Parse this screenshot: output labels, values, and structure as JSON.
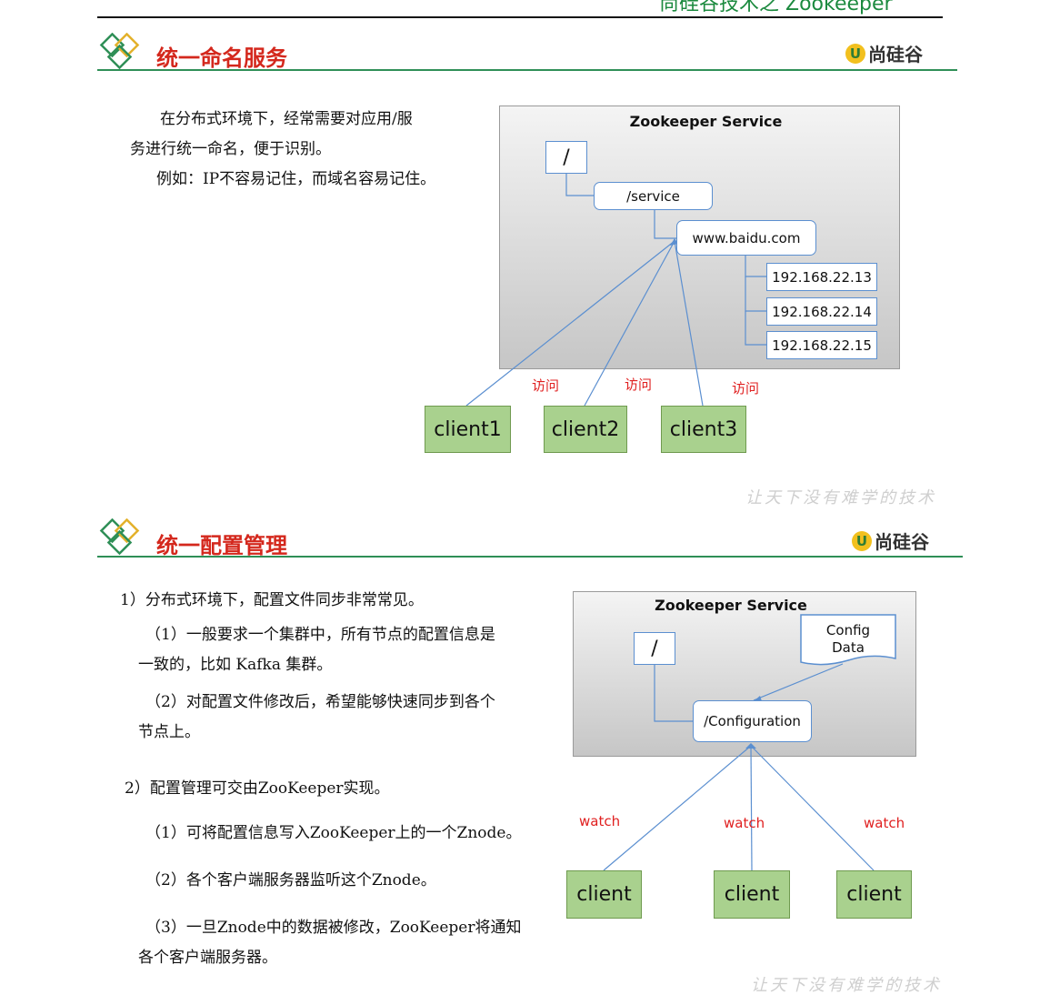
{
  "header": {
    "doc_title": "尚硅谷技术之 Zookeeper"
  },
  "brand": {
    "mark": "U",
    "name": "尚硅谷"
  },
  "section1": {
    "title": "统一命名服务",
    "paragraphs": [
      "在分布式环境下，经常需要对应用/服",
      "务进行统一命名，便于识别。",
      "例如：IP不容易记住，而域名容易记住。"
    ],
    "diagram": {
      "panel_title": "Zookeeper Service",
      "root": "/",
      "service": "/service",
      "domain": "www.baidu.com",
      "ips": [
        "192.168.22.13",
        "192.168.22.14",
        "192.168.22.15"
      ],
      "access_labels": [
        "访问",
        "访问",
        "访问"
      ],
      "clients": [
        "client1",
        "client2",
        "client3"
      ]
    }
  },
  "section2": {
    "title": "统一配置管理",
    "paragraphs": [
      "1）分布式环境下，配置文件同步非常常见。",
      "（1）一般要求一个集群中，所有节点的配置信息是",
      "一致的，比如 Kafka 集群。",
      "（2）对配置文件修改后，希望能够快速同步到各个",
      "节点上。",
      "2）配置管理可交由ZooKeeper实现。",
      "（1）可将配置信息写入ZooKeeper上的一个Znode。",
      "（2）各个客户端服务器监听这个Znode。",
      "（3）一旦Znode中的数据被修改，ZooKeeper将通知",
      "各个客户端服务器。"
    ],
    "diagram": {
      "panel_title": "Zookeeper Service",
      "root": "/",
      "config_doc": [
        "Config",
        "Data"
      ],
      "config_node": "/Configuration",
      "watch_labels": [
        "watch",
        "watch",
        "watch"
      ],
      "clients": [
        "client",
        "client",
        "client"
      ]
    }
  },
  "slogan": "让天下没有难学的技术",
  "colors": {
    "section_title": "#d4281d",
    "rule": "#2f8f57",
    "client_fill": "#a9d18e",
    "node_border": "#5b8fd0",
    "label_red": "#e02020"
  }
}
